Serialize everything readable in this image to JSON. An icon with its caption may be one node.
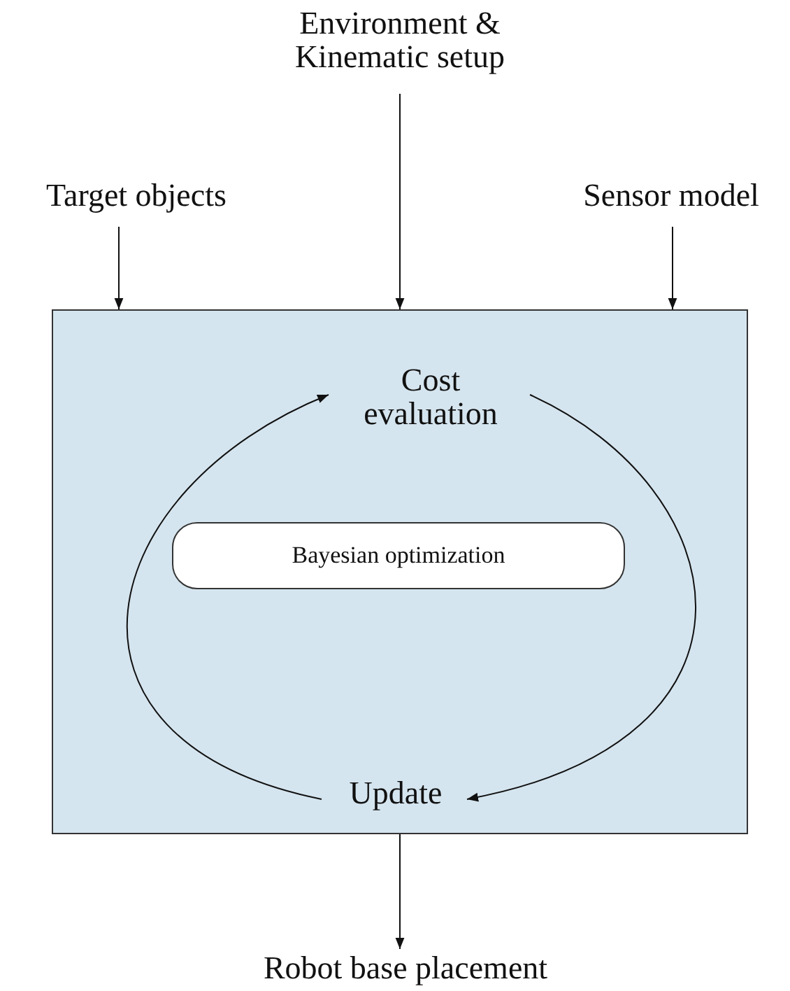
{
  "diagram": {
    "nodes": [
      {
        "text": [
          "Target objects"
        ]
      },
      {
        "text": [
          "Environment & Kinematic setup"
        ]
      },
      {
        "text": [
          "Sensor model"
        ]
      },
      {
        "text": [],
        "shape": "box"
      },
      {
        "text": [
          "Cost evaluation"
        ],
        "in": 3
      },
      {
        "text": [
          "Bayesian optimization"
        ],
        "in": 3
      },
      {
        "text": [
          "Update"
        ],
        "in": 3
      },
      {
        "text": [
          "Robot base placement"
        ]
      }
    ],
    "edges": [
      {
        "from": 0,
        "to": 3,
        "arrow": "to"
      },
      {
        "from": 1,
        "to": 3,
        "arrow": "to"
      },
      {
        "from": 2,
        "to": 3,
        "arrow": "to"
      },
      {
        "from": 3,
        "to": 7,
        "arrow": "to"
      },
      {
        "from": 4,
        "to": 6,
        "arrow": "to"
      },
      {
        "from": 6,
        "to": 4,
        "arrow": "to"
      }
    ]
  }
}
